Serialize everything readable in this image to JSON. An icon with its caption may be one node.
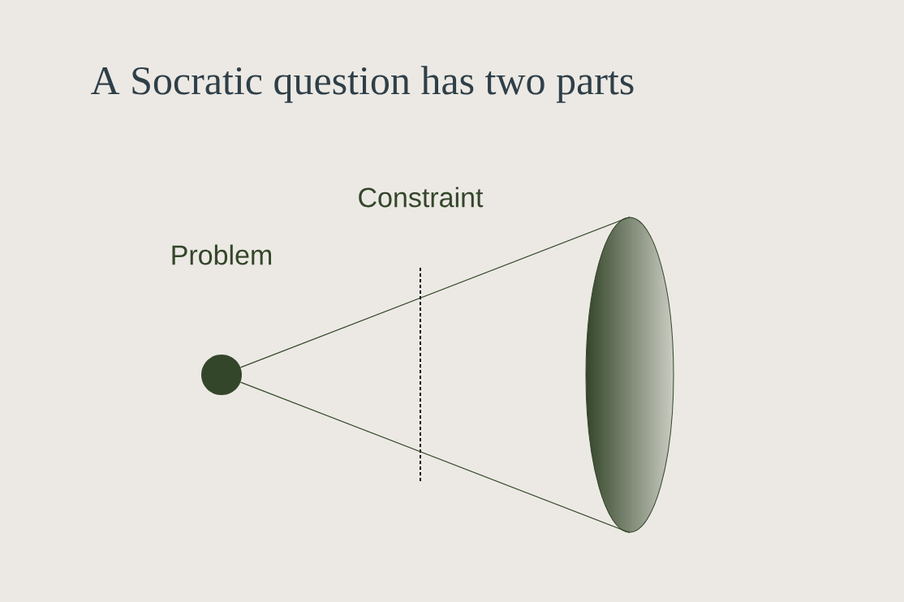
{
  "diagram": {
    "title": "A Socratic question has two parts",
    "nodes": [
      {
        "text": [],
        "shape": "circle",
        "beside": [
          "Problem"
        ]
      },
      {
        "text": [],
        "shape": "ellipse"
      }
    ],
    "edges": [
      {
        "from": 0,
        "to": 1,
        "arrow": "none"
      },
      {
        "from": 0,
        "to": 1,
        "arrow": "none"
      }
    ],
    "labels": [
      "Constraint"
    ]
  }
}
